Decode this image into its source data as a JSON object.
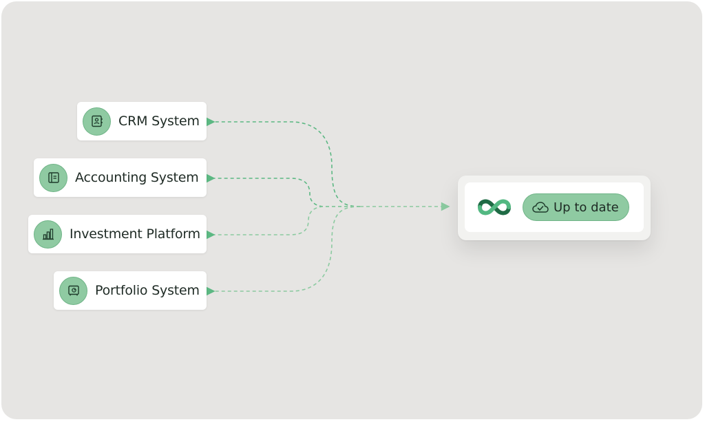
{
  "colors": {
    "background": "#e6e5e3",
    "card": "#ffffff",
    "accent_green": "#8fcaa2",
    "accent_green_border": "#6fb487",
    "connector": "#5cb883",
    "logo_dark": "#1f6b45",
    "logo_light": "#53b882"
  },
  "systems": [
    {
      "label": "CRM System",
      "icon": "contact-book-icon"
    },
    {
      "label": "Accounting System",
      "icon": "ledger-icon"
    },
    {
      "label": "Investment Platform",
      "icon": "bar-chart-icon"
    },
    {
      "label": "Portfolio System",
      "icon": "safe-vault-icon"
    }
  ],
  "hub": {
    "logo": "infinity-logo-icon",
    "status": {
      "label": "Up to date",
      "icon": "cloud-check-icon"
    }
  }
}
